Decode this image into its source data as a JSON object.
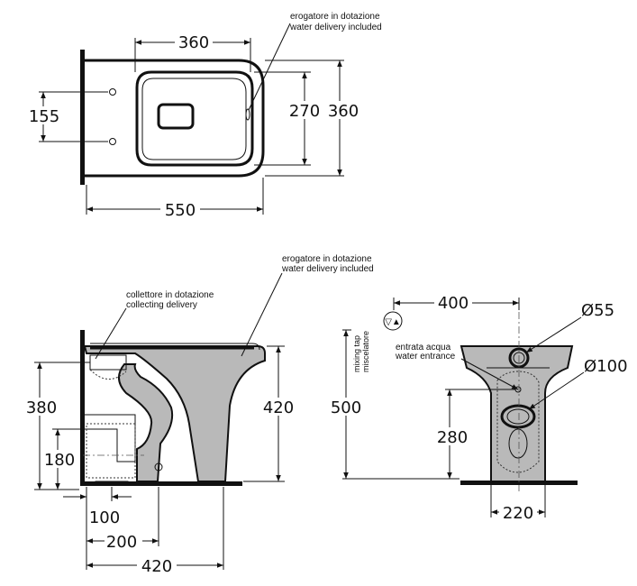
{
  "top_view": {
    "dim_width": "360",
    "dim_bolt_spacing": "155",
    "dim_inner_depth": "270",
    "dim_outer_depth": "360",
    "dim_length": "550",
    "note_it": "erogatore in dotazione",
    "note_en": "water delivery included"
  },
  "side_view": {
    "note_delivery_it": "erogatore in dotazione",
    "note_delivery_en": "water delivery included",
    "note_collect_it": "collettore in dotazione",
    "note_collect_en": "collecting delivery",
    "dim_height": "420",
    "dim_inlet_height": "380",
    "dim_outlet_height": "180",
    "dim_outlet_offset": "100",
    "dim_axis": "200",
    "dim_depth": "420"
  },
  "front_view": {
    "dim_width": "400",
    "dim_tap_dia": "Ø55",
    "dim_outlet_dia": "Ø100",
    "dim_height": "500",
    "dim_outlet_height": "280",
    "dim_base_width": "220",
    "note_water_it": "entrata acqua",
    "note_water_en": "water entrance",
    "note_tap_en": "mixing tap",
    "note_tap_it": "miscelatore",
    "symbol": "▽▲"
  }
}
